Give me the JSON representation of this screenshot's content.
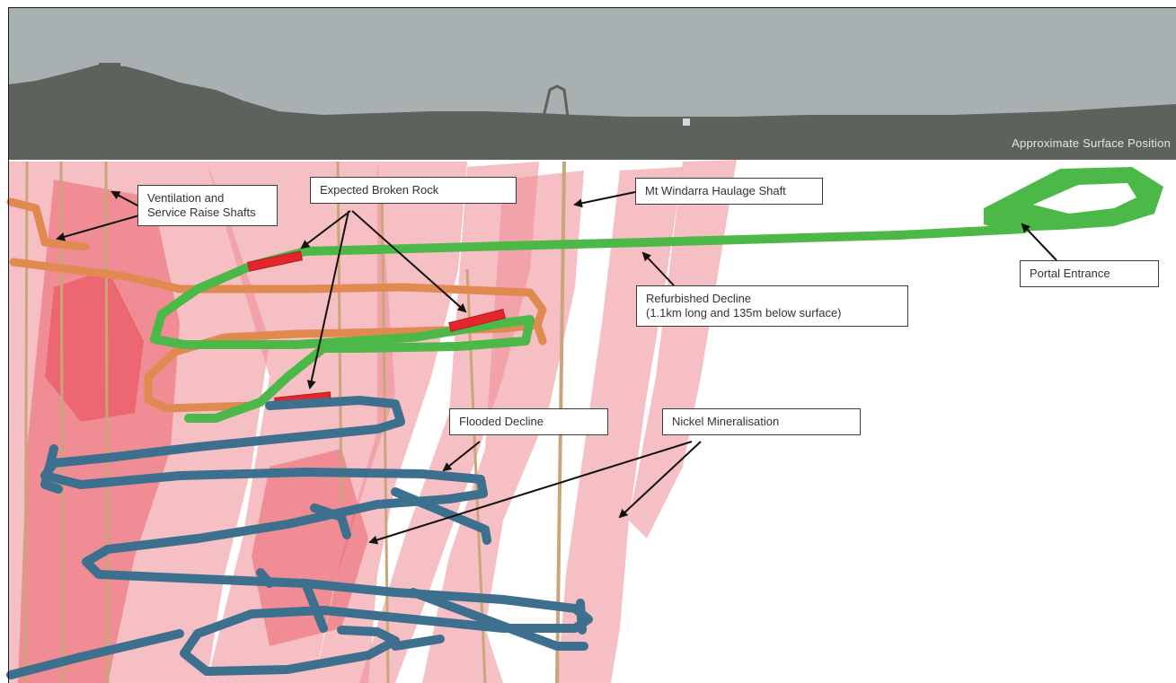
{
  "surface": {
    "caption": "Approximate Surface Position",
    "sky_color": "#a9b0b2",
    "ground_color": "#5e625c"
  },
  "labels": {
    "ventilation": "Ventilation and\nService Raise Shafts",
    "broken_rock": "Expected Broken Rock",
    "haulage_shaft": "Mt Windarra Haulage Shaft",
    "portal": "Portal Entrance",
    "refurbished_decline": "Refurbished Decline\n(1.1km long and 135m below surface)",
    "flooded_decline": "Flooded Decline",
    "nickel_mineralisation": "Nickel Mineralisation"
  },
  "colors": {
    "refurbished_decline": "#4cb848",
    "old_workings": "#e08a52",
    "flooded_decline": "#3d6f8e",
    "broken_rock": "#e3262b",
    "mineralisation": "#ef8a93",
    "shafts": "#c9a67a"
  }
}
